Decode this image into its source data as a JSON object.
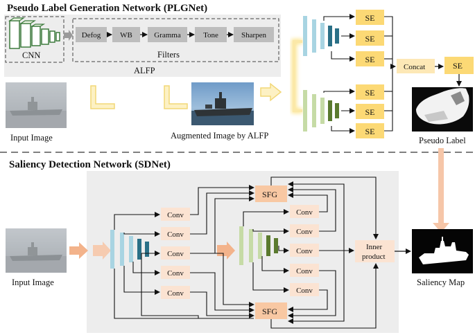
{
  "plg": {
    "title": "Pseudo Label Generation Network (PLGNet)",
    "cnn_label": "CNN",
    "filters": [
      "Defog",
      "WB",
      "Gramma",
      "Tone",
      "Sharpen"
    ],
    "filters_label": "Filters",
    "alfp_label": "ALFP",
    "input_caption": "Input Image",
    "augmented_caption": "Augmented Image by ALFP",
    "se_label": "SE",
    "concat_label": "Concat",
    "pseudo_caption": "Pseudo Label"
  },
  "sd": {
    "title": "Saliency Detection Network (SDNet)",
    "input_caption": "Input Image",
    "conv_label": "Conv",
    "sfg_label": "SFG",
    "inner_label": "Inner product",
    "saliency_caption": "Saliency Map"
  },
  "colors": {
    "panel": "#efefef",
    "filter_box": "#bdbdbd",
    "se_box": "#fcd975",
    "concat_box": "#fde8b6",
    "conv_box": "#fbe3d2",
    "sfg_box": "#f8c8a3",
    "blue_light": "#a8d4e2",
    "blue_dark": "#2a6f86",
    "green_light": "#c6dba6",
    "green_dark": "#5a7a2e",
    "yellow_arrow": "#fcefb8",
    "orange_arrow": "#f3b38b"
  }
}
